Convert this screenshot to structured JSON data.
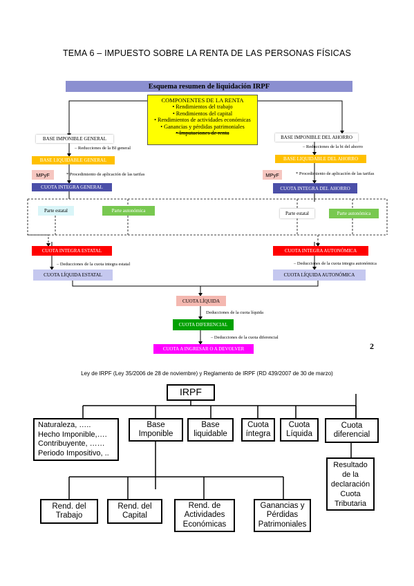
{
  "page": {
    "title": "TEMA 6 – IMPUESTO SOBRE LA RENTA DE LAS PERSONAS FÍSICAS",
    "page_number": "2",
    "law_caption": "Ley de IRPF (Ley 35/2006 de 28 de noviembre) y Reglamento de IRPF (RD 439/2007 de 30 de marzo)"
  },
  "scheme": {
    "header": "Esquema resumen  de liquidación IRPF",
    "components": {
      "title": "COMPONENTES DE LA RENTA",
      "items": [
        "Rendimientos del trabajo",
        "Rendimientos del capital",
        "Rendimientos de actividades económicas",
        "Ganancias y pérdidas patrimoniales",
        "Imputaciones de renta"
      ]
    },
    "general": {
      "base_imponible": "BASE IMPONIBLE GENERAL",
      "reducciones": "– Reducciones de la BI general",
      "base_liquidable": "BASE LIQUIDABLE GENERAL",
      "mpyf": "MPyF",
      "procedimiento": "* Procedimiento de aplicación de las tarifas",
      "cuota_integra": "CUOTA INTEGRA GENERAL",
      "parte_estatal": "Parte estatal",
      "parte_autonomica": "Parte autonómica"
    },
    "ahorro": {
      "base_imponible": "BASE IMPONIBLE DEL AHORRO",
      "reducciones": "– Reducciones de la bi del ahorro",
      "base_liquidable": "BASE LIQUIDABLE DEL AHORRO",
      "mpyf": "MPyF",
      "procedimiento": "* Procedimiento de aplicación de las tarifas",
      "cuota_integra": "CUOTA INTEGRA DEL AHORRO",
      "parte_estatal": "Parte estatal",
      "parte_autonomica": "Parte autonómica"
    },
    "estatal": {
      "cuota_integra": "CUOTA INTEGRA ESTATAL",
      "deducciones": "– Deducciones de la cuota integra estatal",
      "cuota_liquida": "CUOTA LÍQUIDA ESTATAL"
    },
    "autonomica": {
      "cuota_integra": "CUOTA INTEGRA AUTONÓMICA",
      "deducciones": "– Deducciones de la cuota integra autonómica",
      "cuota_liquida": "CUOTA LÍQUIDA AUTONÓMICA"
    },
    "cuota_liquida": "CUOTA LÍQUIDA",
    "deducciones_cuota_liquida": "Deducciones de la cuota líquida",
    "cuota_diferencial": "CUOTA DIFERENCIAL",
    "deducciones_cuota_diferencial": "– Deducciones de la cuota diferencial",
    "cuota_a_ingresar": "CUOTA A INGRESAR O A DEVOLVER"
  },
  "tree": {
    "root": "IRPF",
    "naturaleza": "Naturaleza, …..\nHecho Imponible,….\nContribuyente, ……\nPeriodo Impositivo, ..",
    "base_imponible": "Base\nImponible",
    "base_liquidable": "Base\nliquidable",
    "cuota_integra": "Cuota\níntegra",
    "cuota_liquida": "Cuota\nLíquida",
    "cuota_diferencial": "Cuota\ndiferencial",
    "resultado": "Resultado\nde la\ndeclaración\nCuota\nTributaria",
    "rend_trabajo": "Rend. del\nTrabajo",
    "rend_capital": "Rend. del\nCapital",
    "rend_actividades": "Rend. de\nActividades\nEconómicas",
    "ganancias": "Ganancias y\nPérdidas\nPatrimoniales"
  },
  "colors": {
    "header_bar": "#8b8fd0",
    "components_fill": "#ffff00",
    "base_liquidable_fill": "#ffc000",
    "mpyf_fill": "#f6c6c0",
    "cuota_integra_fill": "#4b4fa8",
    "parte_estatal_fill": "#d9f5f8",
    "parte_autonomica_fill": "#78c850",
    "cuota_integra_red": "#ff0000",
    "cuota_liquida_fill": "#c5c8ef",
    "cuota_liquida_center": "#f4b8b0",
    "cuota_diferencial_fill": "#00a000",
    "cuota_ingresar_fill": "#ff00ff"
  }
}
